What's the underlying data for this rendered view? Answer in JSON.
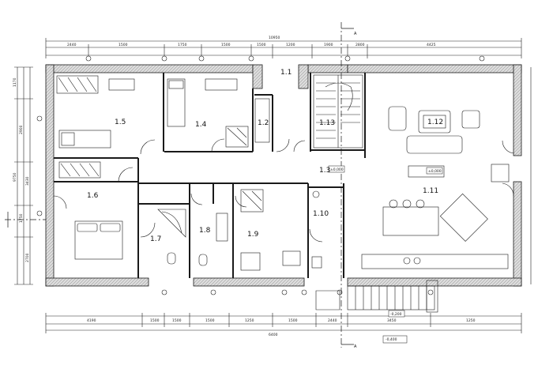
{
  "rooms": {
    "r15": "1.5",
    "r14": "1.4",
    "r11top": "1.1",
    "r12": "1.2",
    "r113": "1.13",
    "r112": "1.12",
    "r13": "1.3",
    "r111": "1.11",
    "r16": "1.6",
    "r17": "1.7",
    "r18": "1.8",
    "r19": "1.9",
    "r110": "1.10"
  },
  "levels": {
    "hall": "±0,000",
    "living": "±0,000",
    "stair": "±0,000",
    "entry": "-0,200"
  },
  "dims_top": [
    "2440",
    "1500",
    "1750",
    "1500",
    "1500",
    "1200",
    "1900",
    "2800",
    "4425",
    "10950"
  ],
  "dims_bottom": [
    "4190",
    "1500",
    "1500",
    "1500",
    "1250",
    "1500",
    "2440",
    "3450",
    "1250",
    "6400"
  ],
  "dims_left": [
    "1170",
    "2900",
    "3430",
    "1750",
    "2700",
    "9750"
  ],
  "section_marker": "A",
  "level_note": "-0,400",
  "colors": {
    "line": "#1a1a1a",
    "wall": "#d8d8d8",
    "bg": "#ffffff"
  }
}
